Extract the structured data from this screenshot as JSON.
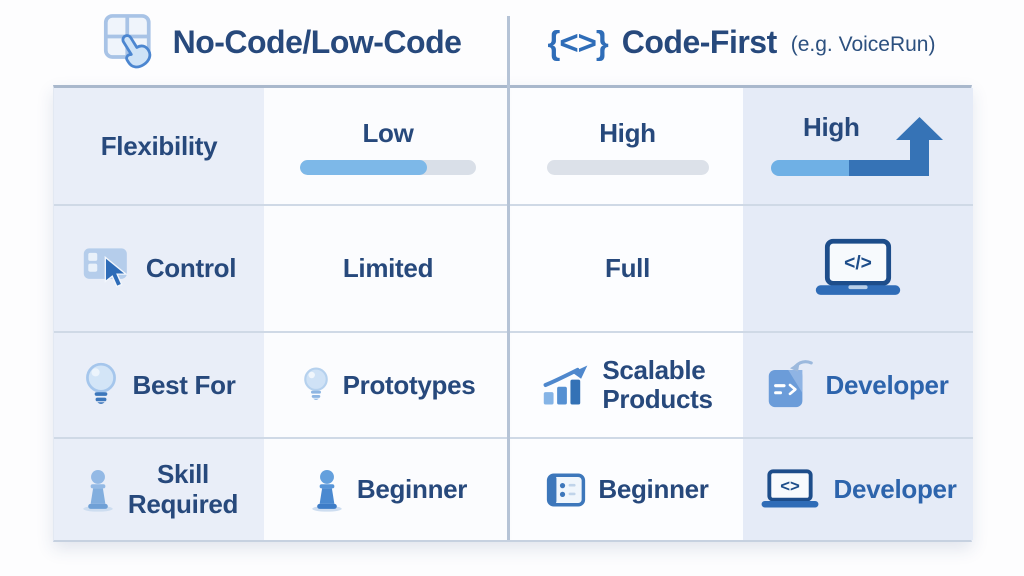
{
  "header": {
    "left": {
      "title": "No-Code/Low-Code",
      "icon": "grid-click-icon"
    },
    "right": {
      "icon_text": "{<>}",
      "title": "Code-First",
      "subtitle": "(e.g. VoiceRun)",
      "icon": "code-braces-icon"
    }
  },
  "rows": {
    "flexibility": {
      "label": "Flexibility",
      "nocode": {
        "value": "Low"
      },
      "codefirst": {
        "value": "High"
      },
      "codefirst_extra": {
        "value": "High",
        "visual": "bar-with-up-arrow"
      }
    },
    "control": {
      "label": "Control",
      "label_icon": "window-cursor-icon",
      "nocode": {
        "value": "Limited"
      },
      "codefirst": {
        "value": "Full"
      },
      "codefirst_extra": {
        "icon": "laptop-code-icon",
        "laptop_screen_text": "</>"
      }
    },
    "best_for": {
      "label": "Best For",
      "label_icon": "lightbulb-icon",
      "nocode": {
        "value": "Prototypes",
        "icon": "lightbulb-icon"
      },
      "codefirst": {
        "value": "Scalable\nProducts",
        "icon": "growth-chart-icon"
      },
      "codefirst_extra": {
        "value": "Developer",
        "icon": "document-arrow-icon"
      }
    },
    "skill": {
      "label": "Skill\nRequired",
      "label_icon": "pawn-icon",
      "nocode": {
        "value": "Beginner",
        "icon": "pawn-icon"
      },
      "codefirst": {
        "value": "Beginner",
        "icon": "console-icon"
      },
      "codefirst_extra": {
        "value": "Developer",
        "icon": "laptop-code-icon",
        "laptop_screen_text": "<>"
      }
    }
  },
  "bars": {
    "low_fill_percent": 72,
    "high_track_fill_percent": 0
  },
  "colors": {
    "navy_text": "#27497c",
    "accent_blue": "#2f6db8",
    "developer_text": "#2d64ac",
    "bar_fill_light": "#7db8e8",
    "bar_fill_dark": "#3673b6",
    "bar_track": "#d9dfe8",
    "cell_lavender_left": "#e9eef8",
    "cell_lavender_right": "#e5ebf7",
    "divider": "#b5c3d6"
  }
}
